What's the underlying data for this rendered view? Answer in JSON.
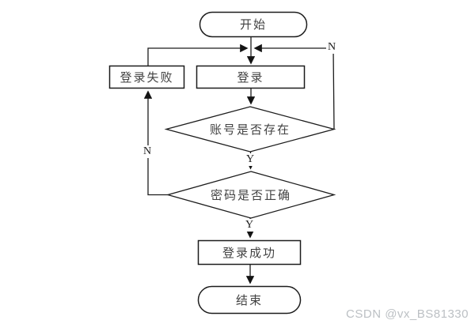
{
  "diagram": {
    "nodes": {
      "start": {
        "label": "开始",
        "type": "terminator"
      },
      "login_fail": {
        "label": "登录失败",
        "type": "process"
      },
      "login": {
        "label": "登录",
        "type": "process"
      },
      "account_check": {
        "label": "账号是否存在",
        "type": "decision"
      },
      "password_check": {
        "label": "密码是否正确",
        "type": "decision"
      },
      "login_success": {
        "label": "登录成功",
        "type": "process"
      },
      "end": {
        "label": "结束",
        "type": "terminator"
      }
    },
    "edge_labels": {
      "account_no": "N",
      "password_no": "N",
      "account_yes": "Y",
      "password_yes": "Y"
    },
    "colors": {
      "line": "#1c1c1c",
      "node_fill": "#ffffff",
      "text": "#424242",
      "watermark": "#bcc0c4"
    }
  },
  "watermark": {
    "text": "CSDN @vx_BS81330"
  }
}
